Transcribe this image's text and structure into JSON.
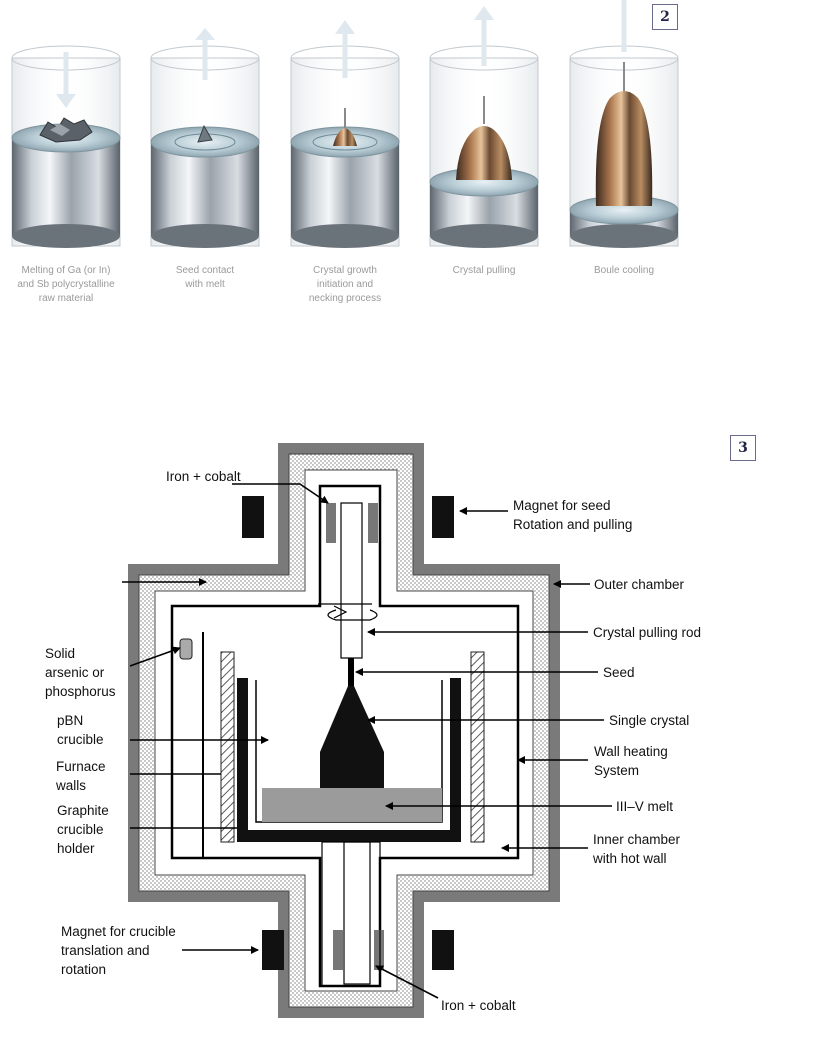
{
  "figure2": {
    "badge": "2",
    "steps": [
      {
        "caption": "Melting of Ga (or In)\nand Sb polycrystalline\nraw material"
      },
      {
        "caption": "Seed contact\nwith melt"
      },
      {
        "caption": "Crystal growth\ninitiation and\nnecking process"
      },
      {
        "caption": "Crystal pulling"
      },
      {
        "caption": "Boule cooling"
      }
    ]
  },
  "figure3": {
    "badge": "3",
    "labels": {
      "iron_cobalt_top": "Iron + cobalt",
      "magnet_seed": "Magnet for seed\nRotation and pulling",
      "outer_chamber": "Outer chamber",
      "crystal_pulling_rod": "Crystal pulling rod",
      "solid_arsenic": "Solid\narsenic or\nphosphorus",
      "seed": "Seed",
      "pbn_crucible": "pBN\ncrucible",
      "single_crystal": "Single crystal",
      "furnace_walls": "Furnace\nwalls",
      "wall_heating": "Wall heating\nSystem",
      "graphite_holder": "Graphite\ncrucible\nholder",
      "melt": "III–V melt",
      "inner_chamber": "Inner chamber\nwith hot wall",
      "magnet_crucible": "Magnet for crucible\ntranslation and\nrotation",
      "iron_cobalt_bottom": "Iron + cobalt"
    }
  }
}
